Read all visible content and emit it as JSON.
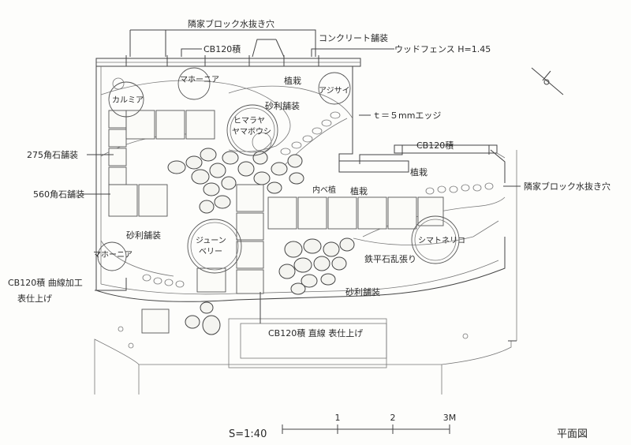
{
  "labels": {
    "neighbor_drain_top": "隣家ブロック水抜き穴",
    "cb120_top": "CB120積",
    "concrete_paving": "コンクリート舗装",
    "wood_fence": "ウッドフェンス H=1.45",
    "mahonia_top": "マホーニア",
    "planting_top": "植栽",
    "hydrangea": "アジサイ",
    "gravel_top": "砂利舗装",
    "kalmia": "カルミア",
    "himalaya": "ヒマラヤ\nヤマボウシ",
    "edge": "ｔ＝５mmエッジ",
    "paving_275": "275角石舗装",
    "paving_560": "560角石舗装",
    "cb120_right": "CB120積",
    "planting_right": "植栽",
    "neighbor_drain_right": "隣家ブロック水抜き穴",
    "planter": "内ベ植",
    "planting_mid": "植栽",
    "gravel_left": "砂利舗装",
    "juneberry": "ジューン\nベリー",
    "shimatoneriko": "シマトネリコ",
    "iron_flagstone": "鉄平石乱張り",
    "mahonia_left": "マホーニア",
    "gravel_bottom": "砂利舗装",
    "cb120_curved": "CB120積 曲線加工\n表仕上げ",
    "cb120_straight": "CB120積 直線 表仕上げ"
  },
  "scale": {
    "label": "S=1:40",
    "ticks": [
      "1",
      "2",
      "3M"
    ]
  },
  "title": "平面図"
}
